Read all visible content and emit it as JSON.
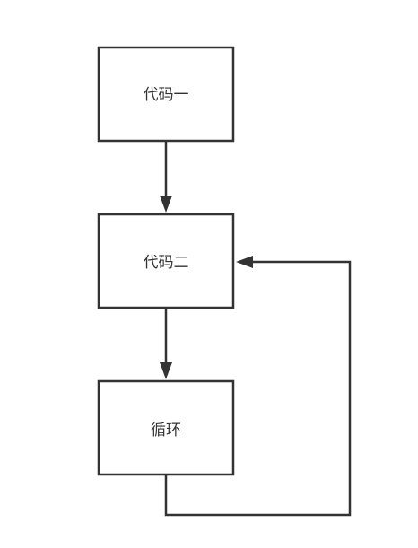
{
  "diagram": {
    "nodes": [
      {
        "id": "code1",
        "label": "代码一"
      },
      {
        "id": "code2",
        "label": "代码二"
      },
      {
        "id": "loop",
        "label": "循环"
      }
    ],
    "edges": [
      {
        "from": "code1",
        "to": "code2"
      },
      {
        "from": "code2",
        "to": "loop"
      },
      {
        "from": "loop",
        "to": "code2"
      }
    ]
  }
}
